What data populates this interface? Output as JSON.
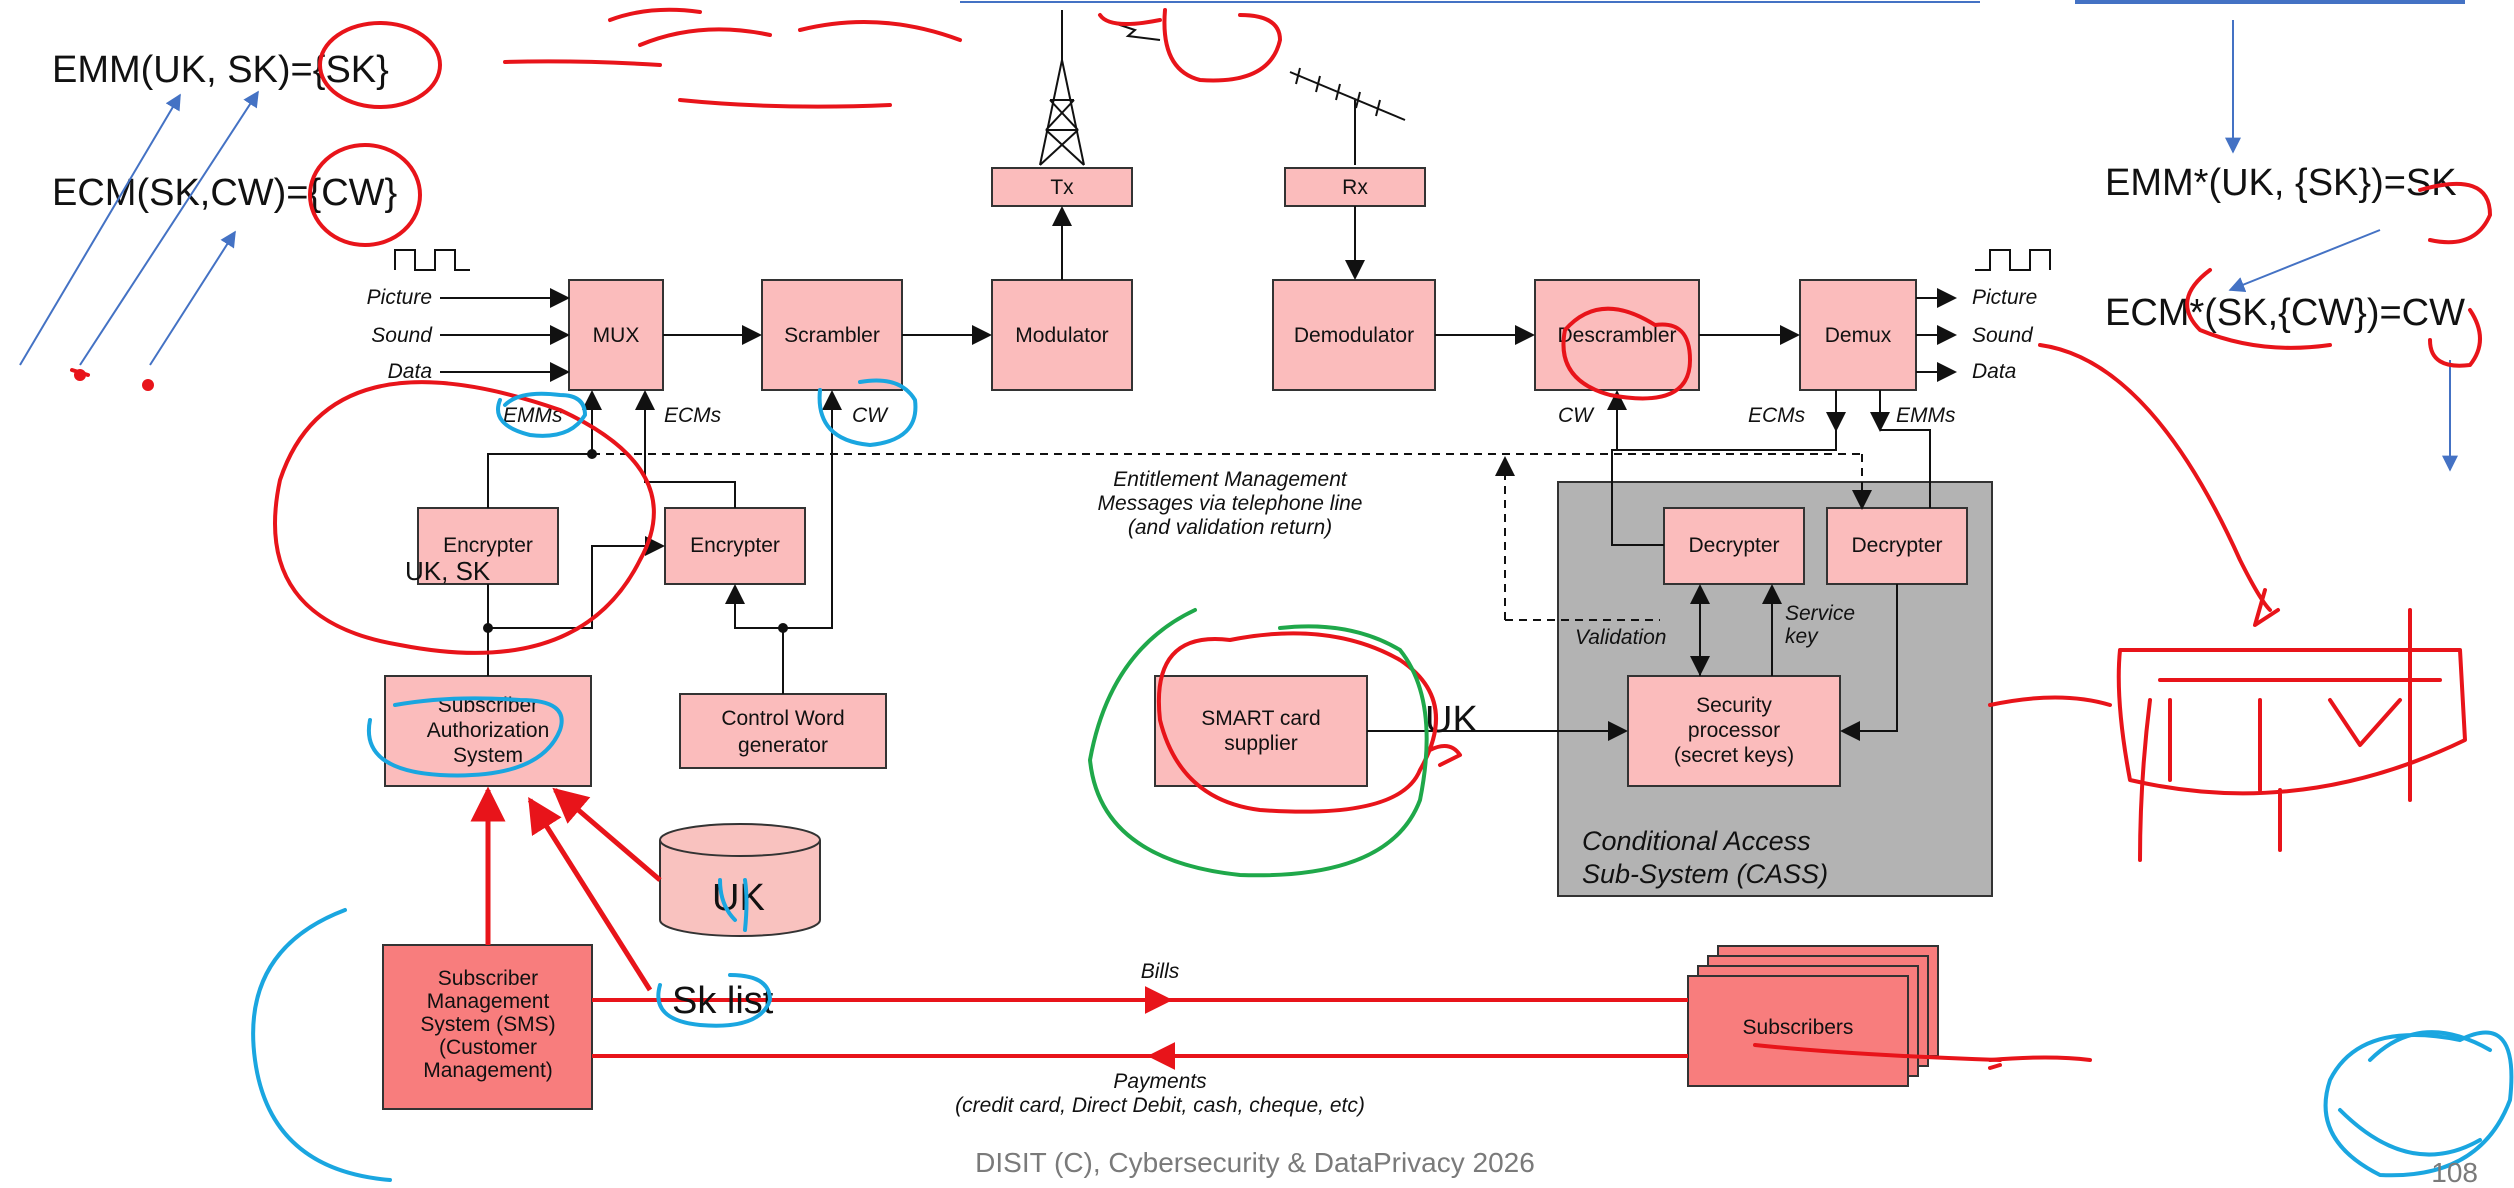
{
  "notes": {
    "emm": "EMM(UK, SK)={SK}",
    "ecm": "ECM(SK,CW)={CW}",
    "emm_star": "EMM*(UK, {SK})=SK",
    "ecm_star": "ECM*(SK,{CW})=CW",
    "uk_sk": "UK, SK",
    "uk_card": "UK",
    "uk_db": "UK",
    "sk_list": "Sk list"
  },
  "inputs": {
    "picture": "Picture",
    "sound": "Sound",
    "data": "Data"
  },
  "outputs": {
    "picture": "Picture",
    "sound": "Sound",
    "data": "Data"
  },
  "boxes": {
    "mux": "MUX",
    "scrambler": "Scrambler",
    "modulator": "Modulator",
    "tx": "Tx",
    "rx": "Rx",
    "demodulator": "Demodulator",
    "descrambler": "Descrambler",
    "demux": "Demux",
    "encrypter_left": "Encrypter",
    "encrypter_right": "Encrypter",
    "cw_gen": [
      "Control Word",
      "generator"
    ],
    "sas": [
      "Subscriber",
      "Authorization",
      "System"
    ],
    "sms": [
      "Subscriber",
      "Management",
      "System (SMS)",
      "(Customer",
      "Management)"
    ],
    "smart": [
      "SMART card",
      "supplier"
    ],
    "decrypter_left": "Decrypter",
    "decrypter_right": "Decrypter",
    "security": [
      "Security",
      "processor",
      "(secret keys)"
    ],
    "subscribers": "Subscribers"
  },
  "labels": {
    "emms_left": "EMMs",
    "ecms_left": "ECMs",
    "cw_left": "CW",
    "cw_right": "CW",
    "ecms_right": "ECMs",
    "emms_right": "EMMs",
    "entitlement": [
      "Entitlement Management",
      "Messages via telephone line",
      "(and validation return)"
    ],
    "validation": "Validation",
    "service_key": [
      "Service",
      "key"
    ],
    "cass": [
      "Conditional Access",
      "Sub-System (CASS)"
    ],
    "bills": "Bills",
    "payments": [
      "Payments",
      "(credit card, Direct Debit, cash, cheque, etc)"
    ]
  },
  "footer": {
    "text": "DISIT (C), Cybersecurity & DataPrivacy 2026",
    "page": "108"
  },
  "colors": {
    "box_fill": "#fbbcbc",
    "box_dark": "#f87d7d",
    "cass_bg": "#b3b3b3",
    "ink_red": "#e8141a",
    "ink_blue": "#1aa6e0",
    "ink_green": "#1fa84a",
    "arrow_blue": "#4472c4"
  }
}
